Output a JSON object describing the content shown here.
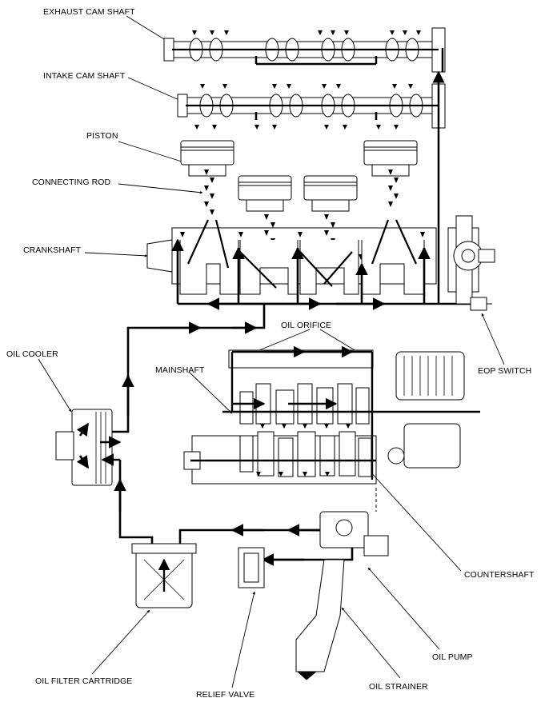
{
  "labels": {
    "exhaust_cam_shaft": "EXHAUST CAM SHAFT",
    "intake_cam_shaft": "INTAKE CAM SHAFT",
    "piston": "PISTON",
    "connecting_rod": "CONNECTING ROD",
    "crankshaft": "CRANKSHAFT",
    "oil_cooler": "OIL COOLER",
    "oil_orifice": "OIL ORIFICE",
    "mainshaft": "MAINSHAFT",
    "eop_switch": "EOP SWITCH",
    "countershaft": "COUNTERSHAFT",
    "oil_pump": "OIL PUMP",
    "oil_filter_cartridge": "OIL FILTER CARTRIDGE",
    "relief_valve": "RELIEF VALVE",
    "oil_strainer": "OIL STRAINER"
  },
  "colors": {
    "line": "#000000",
    "fill": "#ffffff",
    "shade": "#d9d9d9"
  }
}
